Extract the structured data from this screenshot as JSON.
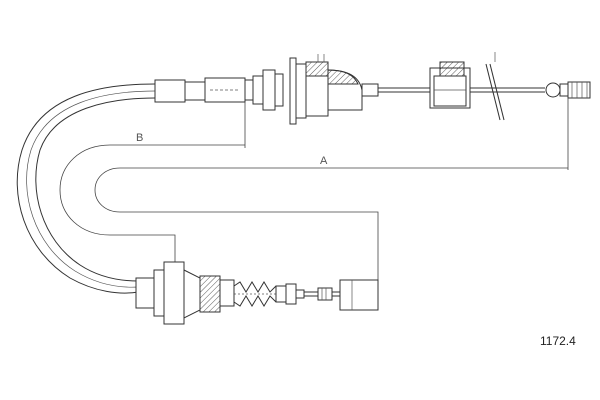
{
  "dimensions": {
    "a_label": "A",
    "b_label": "B"
  },
  "part_number": "1172.4"
}
